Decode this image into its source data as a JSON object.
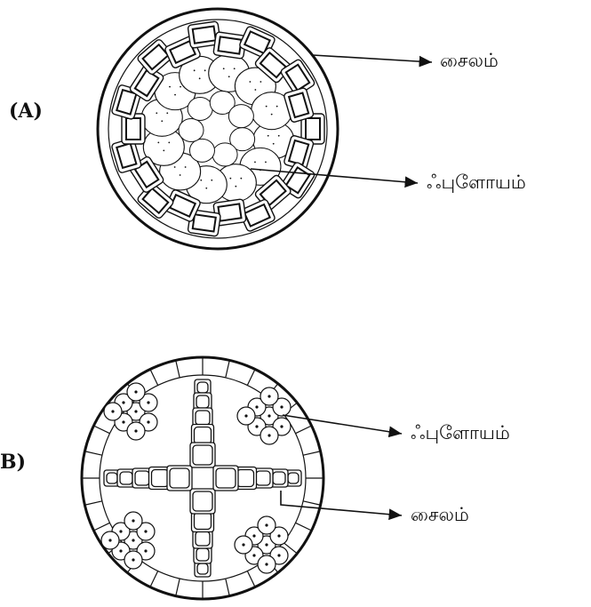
{
  "panels": [
    {
      "id": "A",
      "label": "(A)",
      "callouts": {
        "xylem": "சைலம்",
        "phloem": "ஃபுளோயம்"
      }
    },
    {
      "id": "B",
      "label": "B)",
      "callouts": {
        "phloem": "ஃபுளோயம்",
        "xylem": "சைலம்"
      }
    }
  ],
  "colors": {
    "ink": "#111111",
    "paper": "#ffffff"
  }
}
